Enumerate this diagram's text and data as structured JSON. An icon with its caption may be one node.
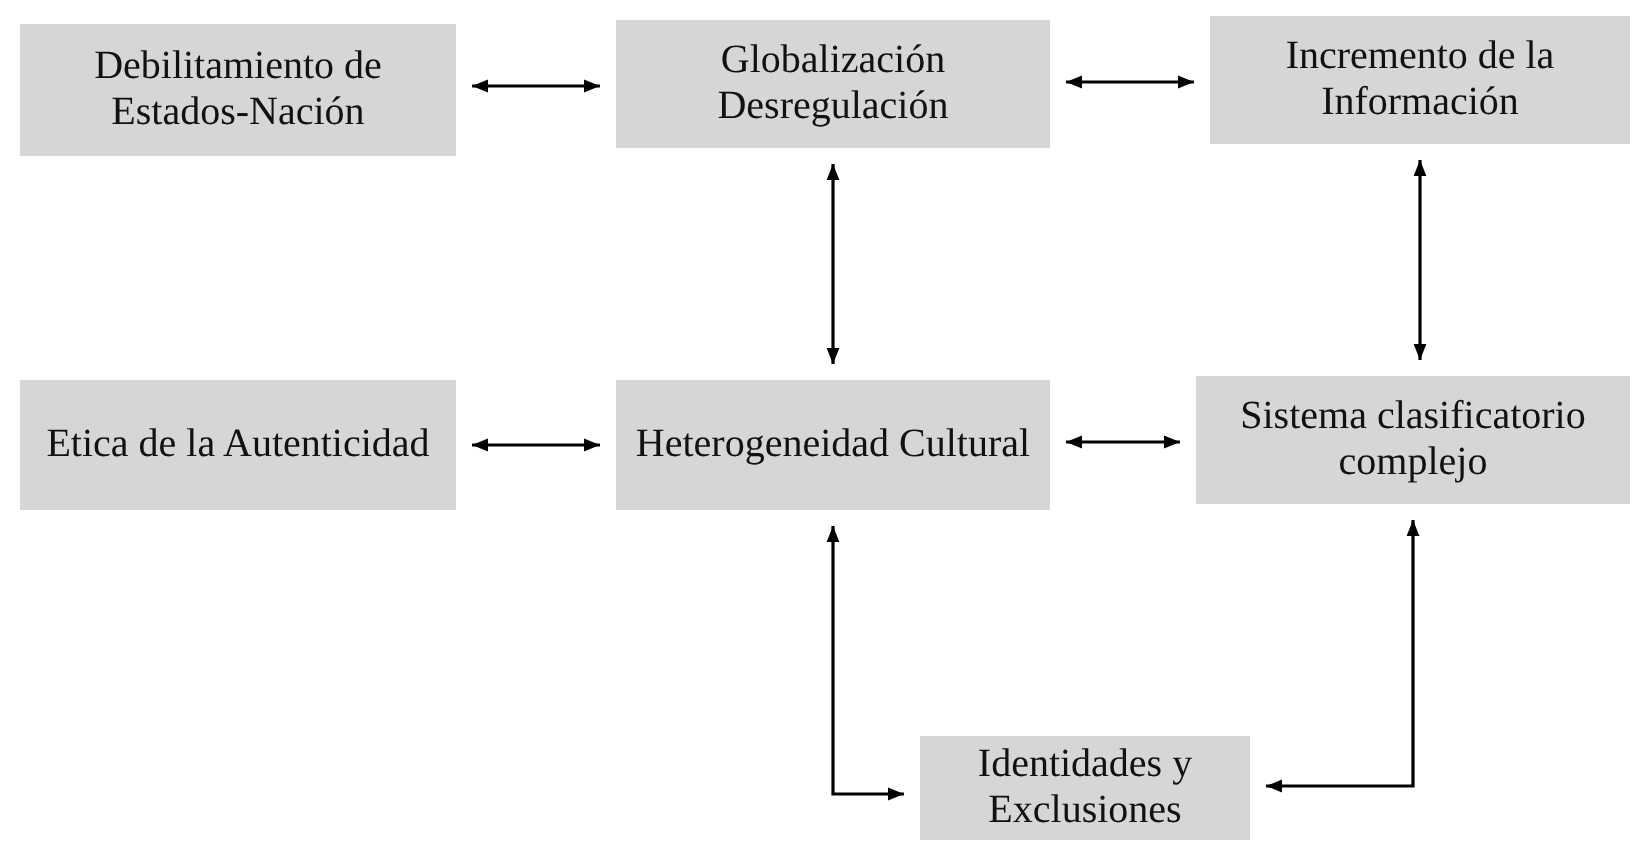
{
  "diagram": {
    "nodes": [
      {
        "text": [
          "Debilitamiento de Estados-Nación"
        ]
      },
      {
        "text": [
          "Globalización Desregulación"
        ]
      },
      {
        "text": [
          "Incremento de la Información"
        ]
      },
      {
        "text": [
          "Etica de la Autenticidad"
        ]
      },
      {
        "text": [
          "Heterogeneidad Cultural"
        ]
      },
      {
        "text": [
          "Sistema clasificatorio complejo"
        ]
      },
      {
        "text": [
          "Identidades y Exclusiones"
        ]
      }
    ],
    "edges": [
      {
        "from": 0,
        "to": 1,
        "arrow": "both"
      },
      {
        "from": 1,
        "to": 2,
        "arrow": "both"
      },
      {
        "from": 1,
        "to": 4,
        "arrow": "both"
      },
      {
        "from": 2,
        "to": 5,
        "arrow": "both"
      },
      {
        "from": 3,
        "to": 4,
        "arrow": "both"
      },
      {
        "from": 4,
        "to": 5,
        "arrow": "both"
      },
      {
        "from": 4,
        "to": 6,
        "arrow": "both"
      },
      {
        "from": 5,
        "to": 6,
        "arrow": "both"
      }
    ]
  }
}
